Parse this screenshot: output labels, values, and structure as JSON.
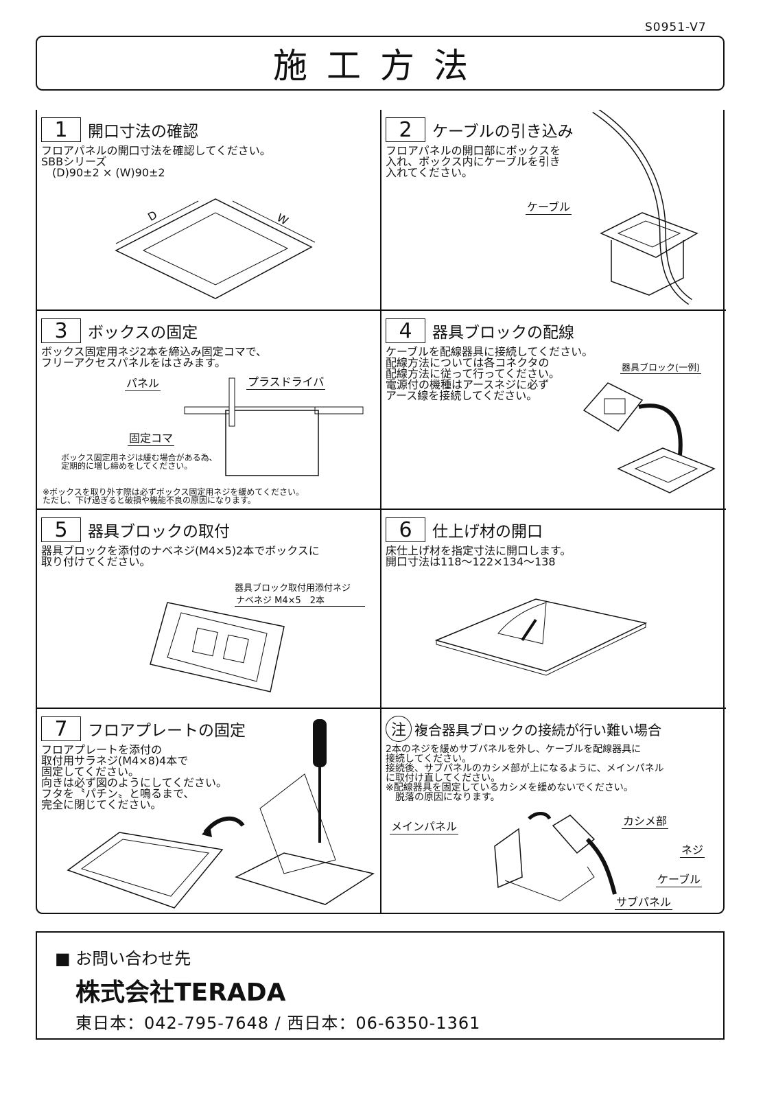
{
  "doc_id": "S0951-V7",
  "title": "施工方法",
  "steps": [
    {
      "num": "1",
      "title": "開口寸法の確認",
      "body": "フロアパネルの開口寸法を確認してください。\nSBBシリーズ\n　(D)90±2 × (W)90±2",
      "labels": {
        "d": "D",
        "w": "W"
      }
    },
    {
      "num": "2",
      "title": "ケーブルの引き込み",
      "body": "フロアパネルの開口部にボックスを\n入れ、ボックス内にケーブルを引き\n入れてください。",
      "labels": {
        "cable": "ケーブル"
      }
    },
    {
      "num": "3",
      "title": "ボックスの固定",
      "body": "ボックス固定用ネジ2本を締込み固定コマで、\nフリーアクセスパネルをはさみます。",
      "labels": {
        "panel": "パネル",
        "driver": "プラスドライバ",
        "koma": "固定コマ"
      },
      "note1": "ボックス固定用ネジは緩む場合がある為、\n定期的に増し締めをしてください。",
      "note2": "※ボックスを取り外す際は必ずボックス固定用ネジを緩めてください。\nただし、下げ過ぎると破損や機能不良の原因になります。"
    },
    {
      "num": "4",
      "title": "器具ブロックの配線",
      "body": "ケーブルを配線器具に接続してください。\n配線方法については各コネクタの\n配線方法に従って行ってください。\n電源付の機種はアースネジに必ず\nアース線を接続してください。",
      "labels": {
        "block": "器具ブロック(一例)"
      }
    },
    {
      "num": "5",
      "title": "器具ブロックの取付",
      "body": "器具ブロックを添付のナベネジ(M4×5)2本でボックスに\n取り付けてください。",
      "labels": {
        "screw1": "器具ブロック取付用添付ネジ",
        "screw2": "ナベネジ M4×5　2本"
      }
    },
    {
      "num": "6",
      "title": "仕上げ材の開口",
      "body": "床仕上げ材を指定寸法に開口します。\n開口寸法は118〜122×134〜138"
    },
    {
      "num": "7",
      "title": "フロアプレートの固定",
      "body": "フロアプレートを添付の\n取付用サラネジ(M4×8)4本で\n固定してください。\n向きは必ず図のようにしてください。\nフタを〝パチン〟と鳴るまで、\n完全に閉じてください。"
    },
    {
      "num": "注",
      "title": "複合器具ブロックの接続が行い難い場合",
      "body": "2本のネジを緩めサブパネルを外し、ケーブルを配線器具に\n接続してください。\n接続後、サブパネルのカシメ部が上になるように、メインパネル\nに取付け直してください。\n※配線器具を固定しているカシメを緩めないでください。\n　脱落の原因になります。",
      "labels": {
        "main": "メインパネル",
        "kashime": "カシメ部",
        "neji": "ネジ",
        "cable": "ケーブル",
        "sub": "サブパネル"
      }
    }
  ],
  "contact": {
    "heading": "■ お問い合わせ先",
    "company": "株式会社TERADA",
    "phones": "東日本：042-795-7648 / 西日本：06-6350-1361"
  }
}
